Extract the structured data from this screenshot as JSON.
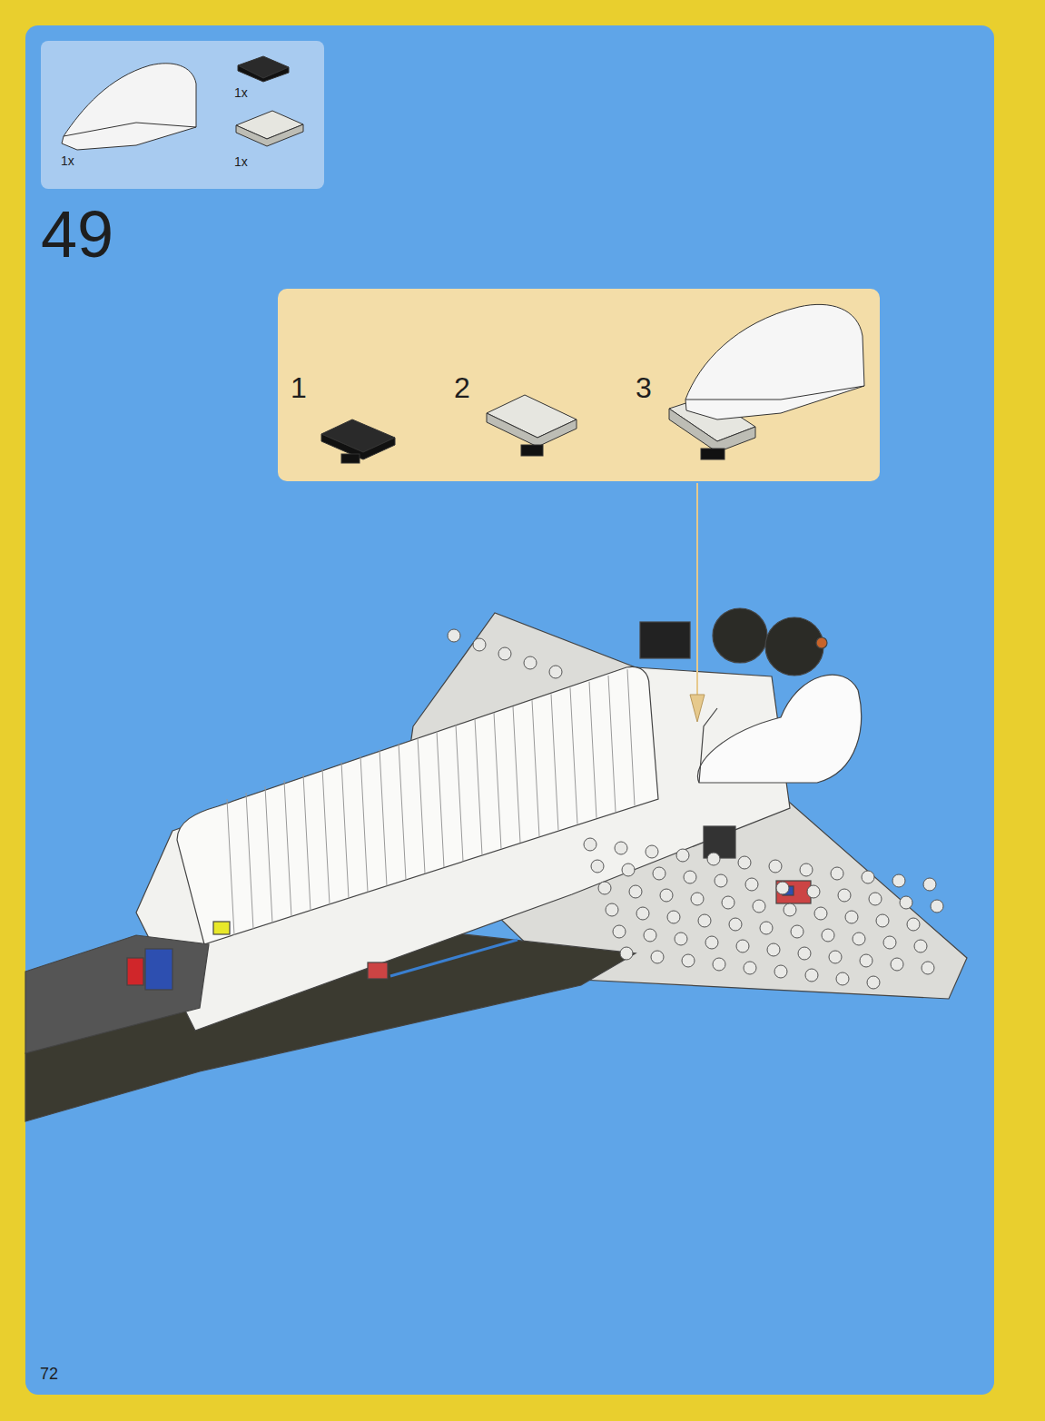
{
  "diagram": {
    "nodes": [
      {
        "text": [
          "1x",
          "1x",
          "1x"
        ]
      },
      {
        "text": [
          "1",
          "2",
          "3"
        ]
      }
    ],
    "labels": [
      "49",
      "72"
    ]
  }
}
